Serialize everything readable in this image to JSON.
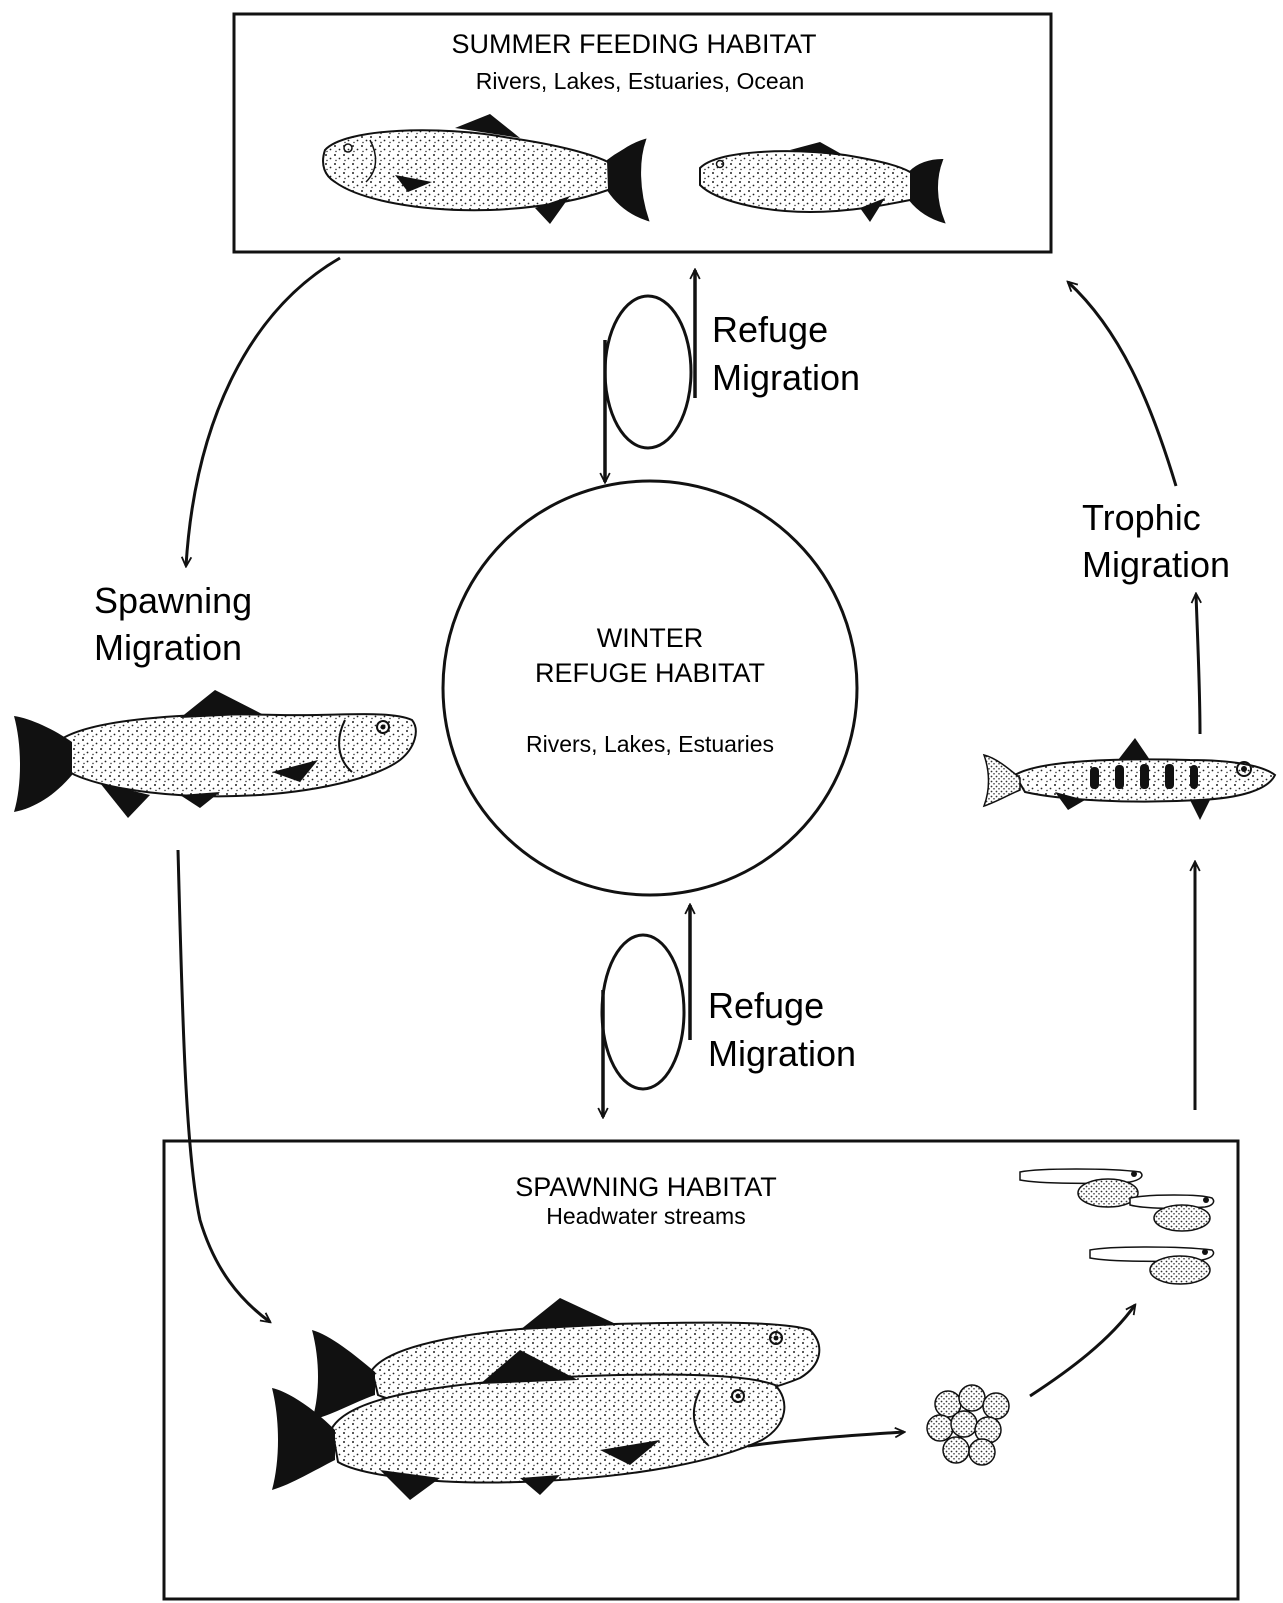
{
  "summer": {
    "title": "SUMMER FEEDING HABITAT",
    "subtitle": "Rivers, Lakes, Estuaries, Ocean"
  },
  "winter": {
    "title_line1": "WINTER",
    "title_line2": "REFUGE HABITAT",
    "subtitle": "Rivers, Lakes, Estuaries"
  },
  "spawning": {
    "title": "SPAWNING HABITAT",
    "subtitle": "Headwater streams"
  },
  "labels": {
    "refuge_top_line1": "Refuge",
    "refuge_top_line2": "Migration",
    "refuge_bottom_line1": "Refuge",
    "refuge_bottom_line2": "Migration",
    "spawning_line1": "Spawning",
    "spawning_line2": "Migration",
    "trophic_line1": "Trophic",
    "trophic_line2": "Migration"
  }
}
